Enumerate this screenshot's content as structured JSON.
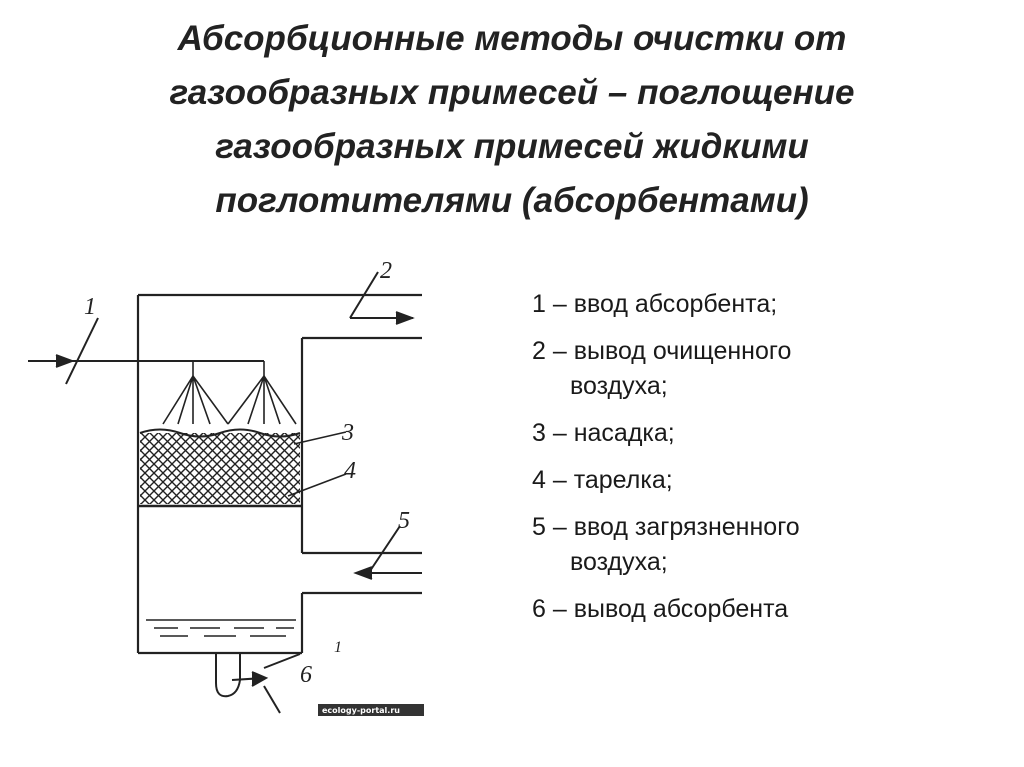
{
  "title": {
    "line1": "Абсорбционные методы очистки от",
    "line2": "газообразных примесей – поглощение",
    "line3": "газообразных примесей жидкими",
    "line4": "поглотителями (абсорбентами)"
  },
  "diagram": {
    "labels": {
      "l1": "1",
      "l2": "2",
      "l3": "3",
      "l4": "4",
      "l5": "5",
      "l6": "6",
      "l_small": "1"
    },
    "watermark": "ecology-portal.ru"
  },
  "legend": [
    {
      "line1": "1 – ввод абсорбента;"
    },
    {
      "line1": "2 – вывод очищенного",
      "line2": "воздуха;"
    },
    {
      "line1": "3 – насадка;"
    },
    {
      "line1": "4 – тарелка;"
    },
    {
      "line1": "5 – ввод загрязненного",
      "line2": "воздуха;"
    },
    {
      "line1": "6 – вывод абсорбента"
    }
  ]
}
